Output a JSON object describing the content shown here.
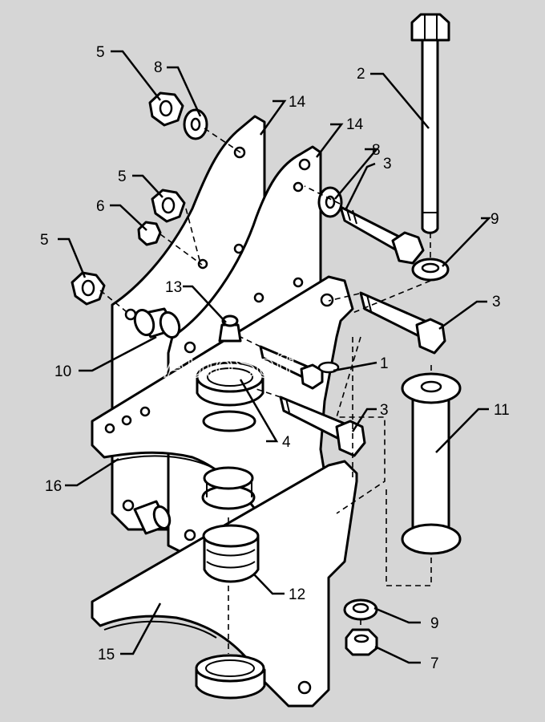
{
  "watermark": "AutoSoft",
  "callouts": {
    "c1": "1",
    "c2": "2",
    "c3a": "3",
    "c3b": "3",
    "c3c": "3",
    "c4": "4",
    "c5a": "5",
    "c5b": "5",
    "c5c": "5",
    "c6": "6",
    "c7": "7",
    "c8a": "8",
    "c8b": "8",
    "c9a": "9",
    "c9b": "9",
    "c10": "10",
    "c11": "11",
    "c12": "12",
    "c13": "13",
    "c14a": "14",
    "c14b": "14",
    "c15": "15",
    "c16": "16"
  },
  "colors": {
    "background": "#d6d6d6",
    "line": "#000000",
    "part_fill": "#ffffff"
  }
}
